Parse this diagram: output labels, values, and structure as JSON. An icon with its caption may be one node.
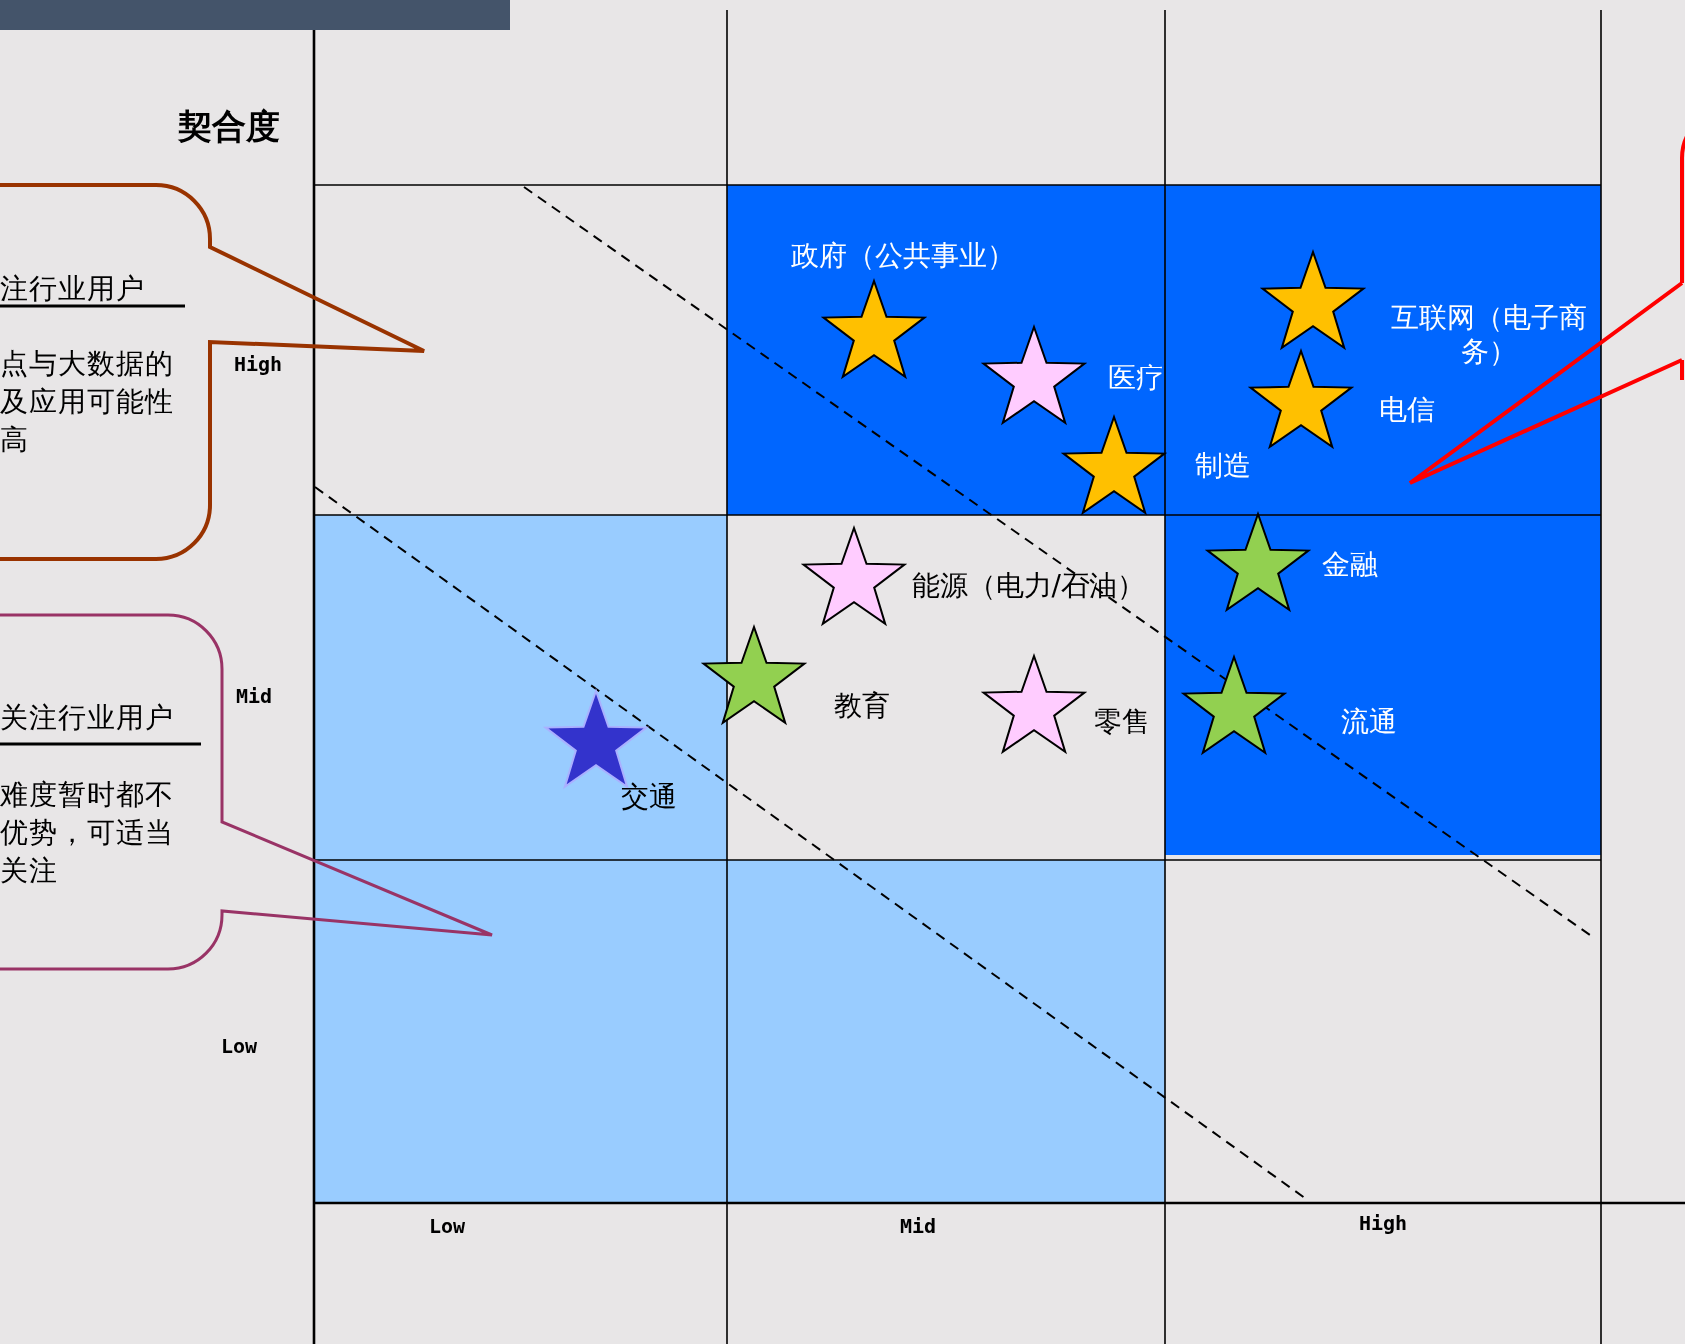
{
  "diagram": {
    "nodes": [
      {
        "text": [
          "注行业用户",
          "点与大数据的及应用可能性高"
        ]
      },
      {
        "text": [
          "关注行业用户",
          "难度暂时都不优势，可适当关注"
        ]
      },
      {
        "text": [],
        "shape": "callout"
      },
      {
        "text": [
          "政府（公共事业）"
        ]
      },
      {
        "text": [
          "互联网（电子商务）"
        ]
      },
      {
        "text": [
          "医疗"
        ]
      },
      {
        "text": [
          "电信"
        ]
      },
      {
        "text": [
          "制造"
        ]
      },
      {
        "text": [
          "金融"
        ]
      },
      {
        "text": [
          "能源（电力/石油）"
        ]
      },
      {
        "text": [
          "教育"
        ]
      },
      {
        "text": [
          "零售"
        ]
      },
      {
        "text": [
          "流通"
        ]
      },
      {
        "text": [
          "交通"
        ]
      },
      {
        "text": [],
        "shape": "bar"
      }
    ],
    "labels": [
      "契合度",
      "High",
      "Mid",
      "Low",
      "Low",
      "Mid",
      "High"
    ]
  }
}
